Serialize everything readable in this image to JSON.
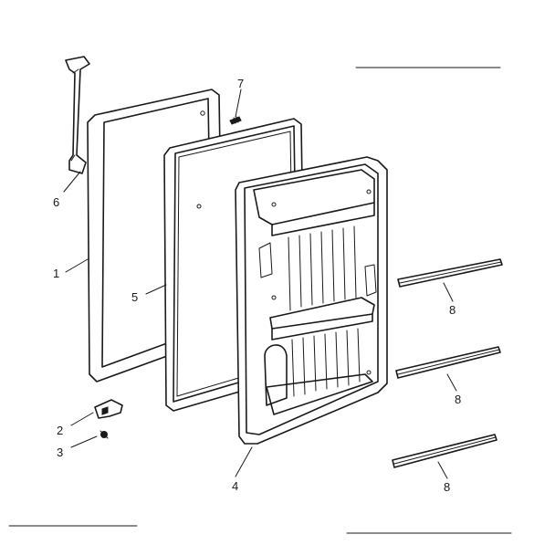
{
  "callouts": {
    "c1": "1",
    "c2": "2",
    "c3": "3",
    "c4": "4",
    "c5": "5",
    "c6": "6",
    "c7": "7",
    "c8a": "8",
    "c8b": "8",
    "c8c": "8"
  }
}
